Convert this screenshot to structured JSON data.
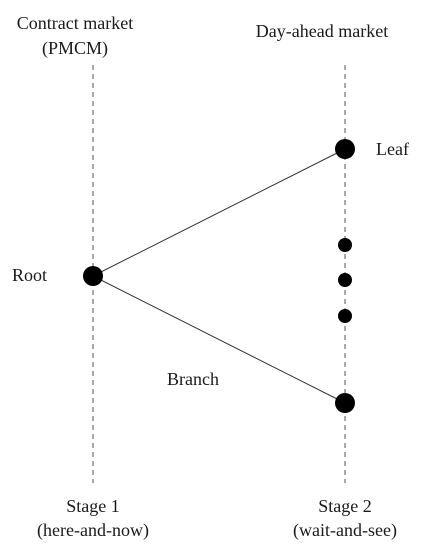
{
  "header": {
    "left_line1": "Contract market",
    "left_line2": "(PMCM)",
    "right": "Day-ahead market"
  },
  "nodes": {
    "root": "Root",
    "leaf": "Leaf",
    "branch": "Branch"
  },
  "footer": {
    "stage1_line1": "Stage 1",
    "stage1_line2": "(here-and-now)",
    "stage2_line1": "Stage 2",
    "stage2_line2": "(wait-and-see)"
  },
  "colors": {
    "ink": "#000000",
    "text": "#1a1a1a",
    "dashed": "#555555",
    "edge": "#333333"
  }
}
